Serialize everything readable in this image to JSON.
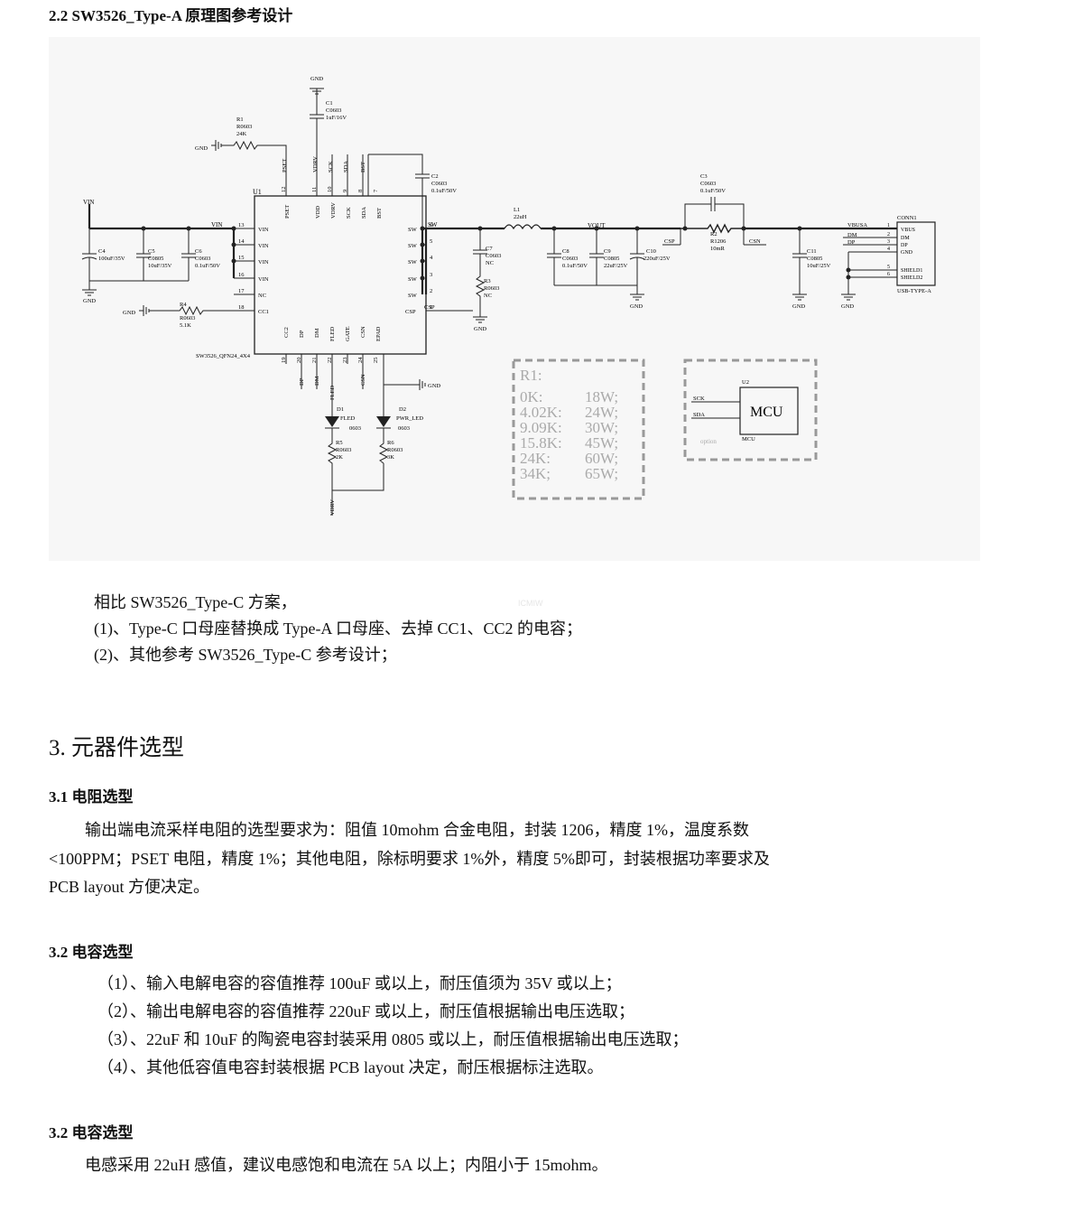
{
  "section_2_2_title": "2.2   SW3526_Type-A 原理图参考设计",
  "schematic": {
    "ic": {
      "ref": "U1",
      "part": "SW3526_QFN24_4X4",
      "top_pins": [
        [
          "12",
          "PSET"
        ],
        [
          "11",
          "VDD"
        ],
        [
          "10",
          "VDRV"
        ],
        [
          "9",
          "SCK"
        ],
        [
          "8",
          "SDA"
        ],
        [
          "7",
          "BST"
        ]
      ],
      "top_nets": [
        "PSET",
        "",
        "VDRV",
        "SCK",
        "SDA",
        "BST"
      ],
      "left_pins": [
        [
          "13",
          "VIN"
        ],
        [
          "14",
          "VIN"
        ],
        [
          "15",
          "VIN"
        ],
        [
          "16",
          "VIN"
        ],
        [
          "17",
          "NC"
        ],
        [
          "18",
          "CC1"
        ]
      ],
      "right_pins": [
        [
          "6",
          "SW"
        ],
        [
          "5",
          "SW"
        ],
        [
          "4",
          "SW"
        ],
        [
          "3",
          "SW"
        ],
        [
          "2",
          "SW"
        ],
        [
          "1",
          "CSP"
        ]
      ],
      "bottom_pins": [
        [
          "19",
          "CC2"
        ],
        [
          "20",
          "DP"
        ],
        [
          "21",
          "DM"
        ],
        [
          "22",
          "FLED"
        ],
        [
          "23",
          "GATE"
        ],
        [
          "24",
          "CSN"
        ],
        [
          "25",
          "EPAD"
        ]
      ],
      "bottom_nets": [
        "",
        "DP",
        "DM",
        "FLED",
        "",
        "CSN",
        ""
      ]
    },
    "labels": {
      "gnd": "GND",
      "vin": "VIN",
      "sw": "SW",
      "vout": "VOUT",
      "csp": "CSP",
      "csn": "CSN",
      "vbusa": "VBUSA",
      "dm": "DM",
      "dp": "DP",
      "vdrv": "VDRV",
      "gnd_tag": "GND",
      "gnd_tag2": "GND"
    },
    "c1": [
      "C1",
      "C0603",
      "1uF/16V"
    ],
    "r1": [
      "R1",
      "R0603",
      "24K"
    ],
    "c2": [
      "C2",
      "C0603",
      "0.1uF/50V"
    ],
    "c3": [
      "C3",
      "C0603",
      "0.1uF/50V"
    ],
    "l1": [
      "L1",
      "22uH"
    ],
    "r2": [
      "R2",
      "R1206",
      "10mR"
    ],
    "c4": [
      "C4",
      "100uF/35V"
    ],
    "c5": [
      "C5",
      "C0805",
      "10uF/35V"
    ],
    "c6": [
      "C6",
      "C0603",
      "0.1uF/50V"
    ],
    "r4": [
      "R4",
      "R0603",
      "5.1K"
    ],
    "c7": [
      "C7",
      "C0603",
      "NC"
    ],
    "r3": [
      "R3",
      "R0603",
      "NC"
    ],
    "c8": [
      "C8",
      "C0603",
      "0.1uF/50V"
    ],
    "c9": [
      "C9",
      "C0805",
      "22uF/25V"
    ],
    "c10": [
      "C10",
      "220uF/25V"
    ],
    "c11": [
      "C11",
      "C0805",
      "10uF/25V"
    ],
    "conn": {
      "ref": "CONN1",
      "part": "USB-TYPE-A",
      "pins": [
        [
          "1",
          "VBUS"
        ],
        [
          "2",
          "DM"
        ],
        [
          "3",
          "DP"
        ],
        [
          "4",
          "GND"
        ],
        [
          "5",
          "SHIELD1"
        ],
        [
          "6",
          "SHIELD2"
        ]
      ]
    },
    "d1": [
      "D1",
      "FLED",
      "0603"
    ],
    "d2": [
      "D2",
      "PWR_LED",
      "0603"
    ],
    "r5": [
      "R5",
      "R0603",
      "2K"
    ],
    "r6": [
      "R6",
      "R0603",
      "3K"
    ],
    "r1_table": {
      "title": "R1:",
      "rows": [
        [
          "0K:",
          "18W;"
        ],
        [
          "4.02K:",
          "24W;"
        ],
        [
          "9.09K:",
          "30W;"
        ],
        [
          "15.8K:",
          "45W;"
        ],
        [
          "24K:",
          "60W;"
        ],
        [
          "34K;",
          "65W;"
        ]
      ]
    },
    "mcu": {
      "ref": "U2",
      "label": "MCU",
      "sub": "MCU",
      "sck": "SCK",
      "sda": "SDA",
      "option": "option"
    }
  },
  "watermark": "ICMIW",
  "para_compare": "相比 SW3526_Type-C 方案，",
  "para_item1": "(1)、Type-C  口母座替换成  Type-A  口母座、去掉  CC1、CC2  的电容；",
  "para_item2": "(2)、其他参考 SW3526_Type-C 参考设计；",
  "section_3_title": "3.  元器件选型",
  "section_3_1_title": "3.1  电阻选型",
  "resistor_text_1": "输出端电流采样电阻的选型要求为：阻值  10mohm  合金电阻，封装  1206，精度  1%，温度系数",
  "resistor_text_2": "<100PPM；PSET 电阻，精度 1%；其他电阻，除标明要求 1%外，精度 5%即可，封装根据功率要求及",
  "resistor_text_3": "PCB layout 方便决定。",
  "section_3_2a_title": "3.2  电容选型",
  "cap_items": [
    "（1）、输入电解电容的容值推荐 100uF 或以上，耐压值须为 35V 或以上；",
    "（2）、输出电解电容的容值推荐 220uF 或以上，耐压值根据输出电压选取；",
    "（3）、22uF 和 10uF 的陶瓷电容封装采用 0805 或以上，耐压值根据输出电压选取；",
    "（4）、其他低容值电容封装根据 PCB layout 决定，耐压根据标注选取。"
  ],
  "section_3_2b_title": "3.2  电容选型",
  "inductor_text": "电感采用  22uH  感值，建议电感饱和电流在  5A  以上；内阻小于  15mohm。"
}
